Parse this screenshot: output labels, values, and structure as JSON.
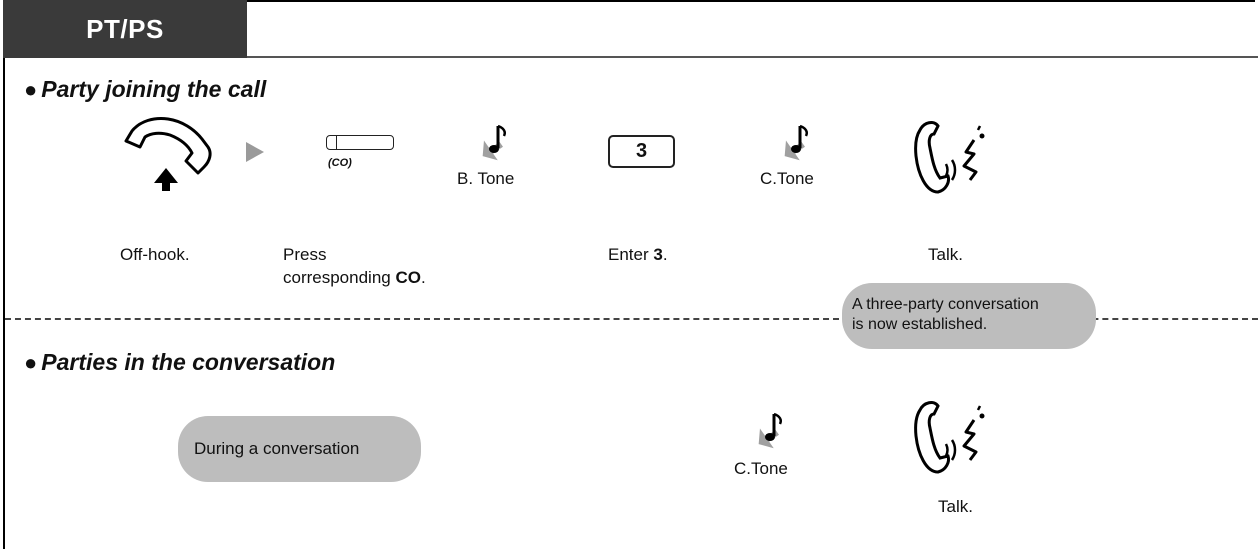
{
  "tab": {
    "title": "PT/PS"
  },
  "section1": {
    "heading": "Party joining the call",
    "steps": {
      "offhook": "Off-hook.",
      "press_line1": "Press",
      "press_line2_prefix": "corresponding ",
      "press_line2_bold": "CO",
      "press_line2_suffix": ".",
      "enter_prefix": "Enter ",
      "enter_bold": "3",
      "enter_suffix": ".",
      "talk": "Talk."
    },
    "co_label": "(CO)",
    "key_label": "3",
    "b_tone": "B. Tone",
    "c_tone": "C.Tone",
    "note": {
      "line1": "A three-party conversation",
      "line2": "is now established."
    }
  },
  "section2": {
    "heading": "Parties in the conversation",
    "during": "During a conversation",
    "c_tone": "C.Tone",
    "talk": "Talk."
  },
  "icons": [
    "handset-offhook-icon",
    "arrow-right-icon",
    "co-button-icon",
    "tone-note-icon",
    "talk-icon"
  ],
  "colors": {
    "tab_bg": "#3a3a3a",
    "pill_bg": "#bdbdbd",
    "tone_arrow": "#a0a0a0"
  }
}
